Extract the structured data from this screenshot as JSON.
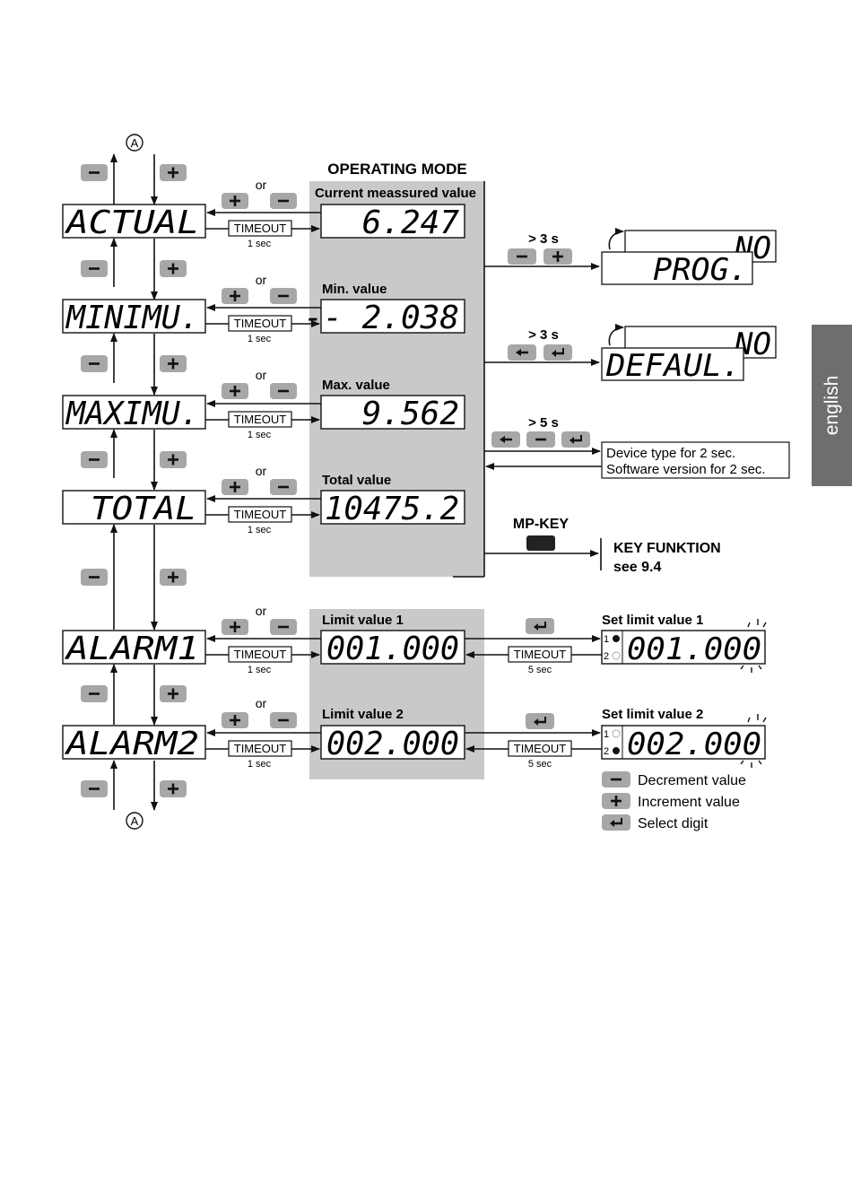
{
  "side_tab": "english",
  "connector": "A",
  "operating_mode": "OPERATING MODE",
  "or_text": "or",
  "timeout": "TIMEOUT",
  "one_sec": "1 sec",
  "five_sec": "5 sec",
  "menus": [
    {
      "display": "ACTUAL",
      "label": "Current meassured value",
      "value": "6.247"
    },
    {
      "display": "MINIMU.",
      "label": "Min. value",
      "value": "-- 2.038"
    },
    {
      "display": "MAXIMU.",
      "label": "Max. value",
      "value": "9.562"
    },
    {
      "display": "TOTAL",
      "label": "Total value",
      "value": "10475.2"
    },
    {
      "display": "ALARM1",
      "label": "Limit value 1",
      "value": "001.000",
      "set_label": "Set limit value 1",
      "set_value": "001.000"
    },
    {
      "display": "ALARM2",
      "label": "Limit value 2",
      "value": "002.000",
      "set_label": "Set limit value 2",
      "set_value": "002.000"
    }
  ],
  "prog": {
    "time": "> 3 s",
    "back": "NO",
    "front": "PROG."
  },
  "defaul": {
    "time": "> 3 s",
    "back": "NO",
    "front": "DEFAUL."
  },
  "info": {
    "time": "> 5 s",
    "line1": "Device type for 2 sec.",
    "line2": "Software version for 2 sec."
  },
  "mpkey": {
    "title": "MP-KEY",
    "func": "KEY FUNKTION",
    "see": "see 9.4"
  },
  "legend": [
    {
      "icon": "minus",
      "text": "Decrement value"
    },
    {
      "icon": "plus",
      "text": "Increment value"
    },
    {
      "icon": "enter",
      "text": "Select digit"
    }
  ],
  "colors": {
    "panel": "#c9c9c9",
    "button": "#a7a7a7",
    "tab": "#6e6e6e",
    "mpkey": "#222222"
  }
}
